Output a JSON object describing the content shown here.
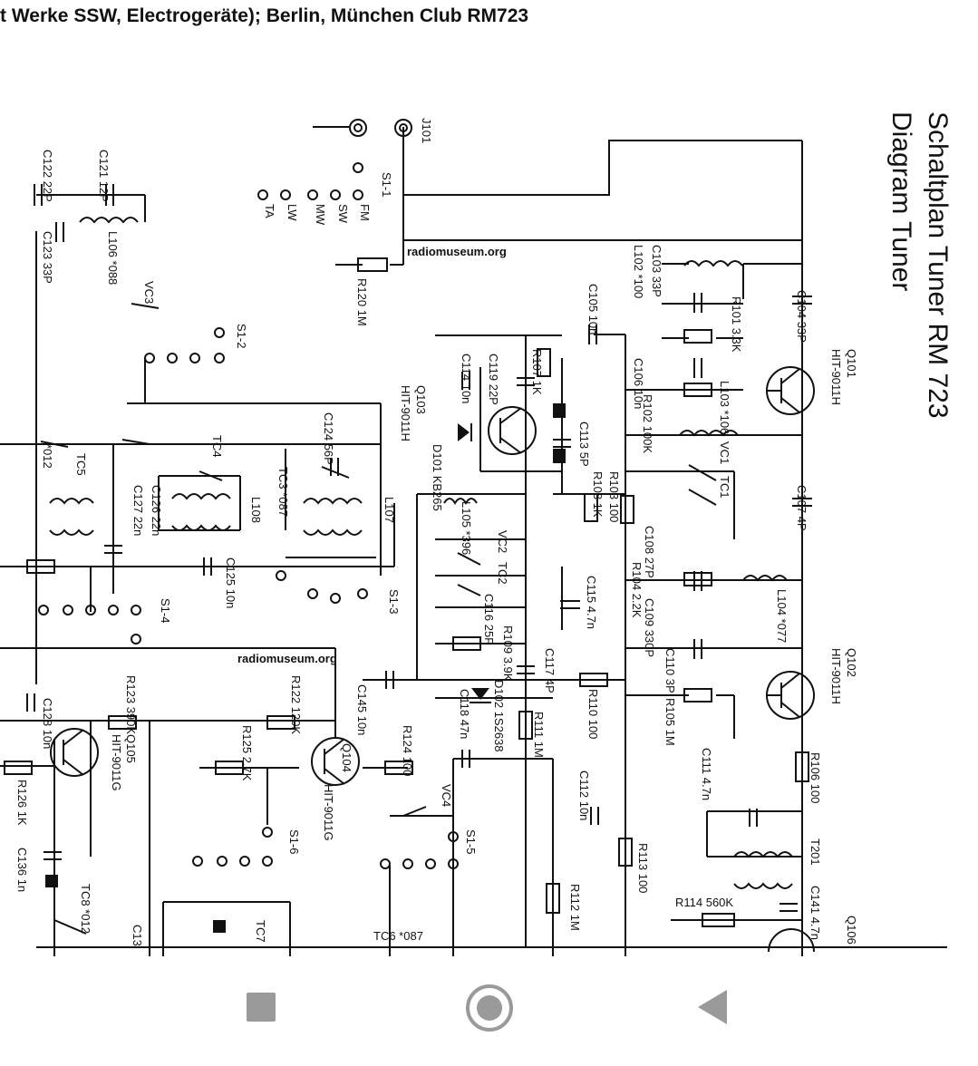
{
  "header": {
    "title": "t Werke SSW, Electrogeräte); Berlin, München Club RM723"
  },
  "schematic": {
    "title_line1": "Schaltplan Tuner RM 723",
    "title_line2": "Diagram Tuner",
    "watermark": "radiomuseum.org",
    "watermark2": "radiomuseum.org",
    "transistors": {
      "q101": "Q101",
      "q101_type": "HIT-9011H",
      "q102": "Q102",
      "q102_type": "HIT-9011H",
      "q103": "Q103",
      "q103_type": "HIT-9011H",
      "q104": "Q104",
      "q104_type": "HIT-9011G",
      "q105": "Q105",
      "q105_type": "HIT-9011G"
    },
    "labels": {
      "j101": "J101",
      "s1_1": "S1-1",
      "s1_2": "S1-2",
      "s1_3": "S1-3",
      "s1_4": "S1-4",
      "s1_5": "S1-5",
      "s1_6": "S1-6",
      "r120": "R120 1M",
      "c121": "C121 12P",
      "c122": "C122 22P",
      "c123": "C123 33P",
      "l106": "L106 *088",
      "vc3": "VC3",
      "c104": "C104 33P",
      "l102": "L102 *100",
      "c103": "C103 33P",
      "c105": "C105 10n",
      "r101": "R101 3.3K",
      "c106": "C106 10n",
      "r102": "R102 100K",
      "l103": "L103 *106",
      "vc1": "VC1",
      "tc1": "TC1",
      "c107": "C107 4P",
      "r107": "R107 1K",
      "c119": "C119 22P",
      "c114": "C114 10n",
      "c113": "C113 5P",
      "d101": "D101 KB265",
      "l105": "L105 *396",
      "vc2": "VC2",
      "tc2": "TC2",
      "c116": "C116 25P",
      "r109": "R109 3.9K",
      "r103": "R103 100",
      "r108": "R108 1K",
      "c108": "C108 27P",
      "r104": "R104 2.2K",
      "c109": "C109 330P",
      "c115": "C115 4.7n",
      "l104": "L104 *077",
      "c110": "C110 3P",
      "c117": "C117 4P",
      "r110": "R110 100",
      "r105": "R105 1M",
      "c111": "C111 4.7n",
      "r106": "R106 100",
      "d102": "D102 1S2638",
      "c118": "C118 47n",
      "r111": "R111 1M",
      "c145": "C145 10n",
      "r124": "R124 100",
      "c112": "C112 10n",
      "r113": "R113 100",
      "t201": "T201",
      "r114": "R114 560K",
      "c141": "C141 4.7n",
      "q106": "Q106",
      "r112": "R112 1M",
      "tc4": "TC4",
      "c124": "C124 56P",
      "tc3": "TC3 *087",
      "l107": "L107",
      "l108": "L108",
      "c126": "C126 22n",
      "c127": "C127 22n",
      "c125": "C125 10n",
      "tc5": "TC5",
      "c128": "C128 10n",
      "r123": "R123 390K",
      "r122": "R122 120K",
      "r125": "R125 2.7K",
      "r126": "R126 1K",
      "c136": "C136 1n",
      "tc8": "TC8 *012",
      "vc4": "VC4",
      "tc6": "TC6 *087",
      "tc7": "TC7",
      "c13x": "C13",
      "v012": "*012"
    },
    "band_labels": [
      "FM",
      "SW",
      "MW",
      "LW",
      "TA"
    ]
  },
  "navbar": {
    "recent_icon": "square-icon",
    "home_icon": "circle-icon",
    "back_icon": "triangle-back-icon"
  }
}
